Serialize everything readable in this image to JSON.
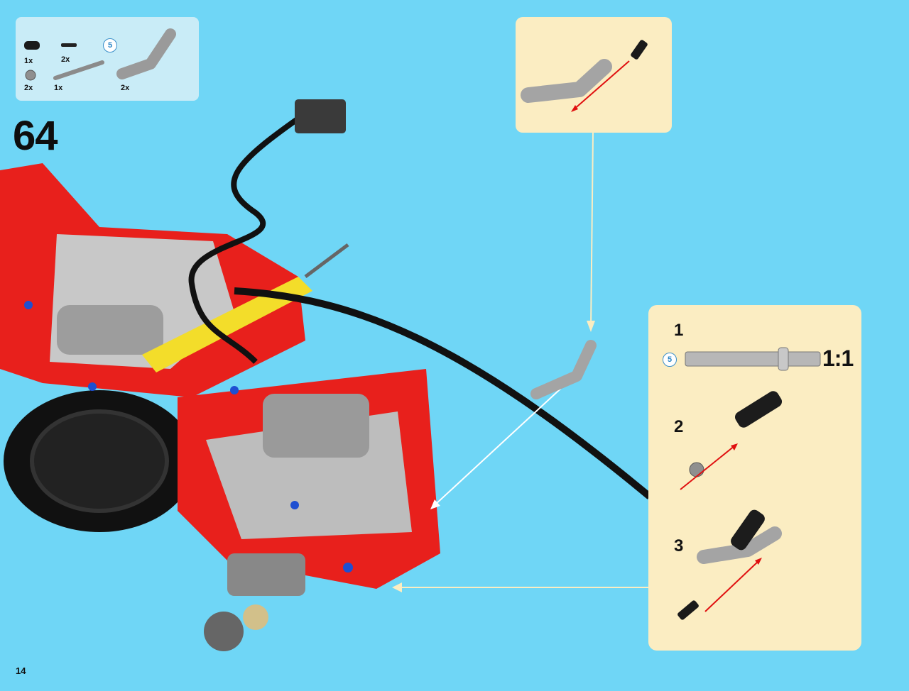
{
  "step_number": "64",
  "page_number": "14",
  "parts": [
    {
      "name": "black-axle-connector",
      "qty": "1x"
    },
    {
      "name": "black-pin",
      "qty": "2x"
    },
    {
      "name": "grey-bush",
      "qty": "2x"
    },
    {
      "name": "grey-axle",
      "qty": "1x",
      "length": "5"
    },
    {
      "name": "bent-liftarm",
      "qty": "2x"
    }
  ],
  "sub_steps": [
    {
      "number": "1"
    },
    {
      "number": "2"
    },
    {
      "number": "3"
    }
  ],
  "scale_label": "1:1",
  "axle_length": "5",
  "colors": {
    "background": "#6fd6f6",
    "callout": "#fbedc2",
    "parts_box": "#c9ecf7",
    "model_red": "#e8201c",
    "arrow_red": "#e01010"
  }
}
